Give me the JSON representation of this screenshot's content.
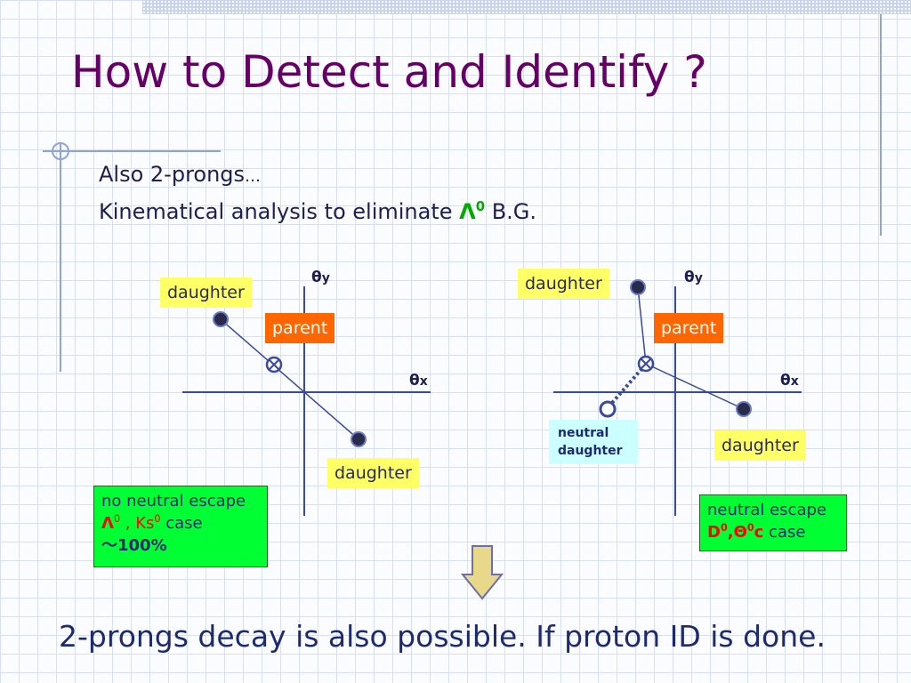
{
  "slide": {
    "title": "How to Detect and Identify ?",
    "bullet_line1": "Also 2-prongs",
    "bullet_line1_ellipsis": "…",
    "bullet_line2_prefix": "Kinematical analysis to eliminate ",
    "bullet_line2_symbol": "Λ",
    "bullet_line2_sup": "0",
    "bullet_line2_suffix": " B.G.",
    "bottom_text": "2-prongs decay is also possible. If proton ID is done."
  },
  "left_diagram": {
    "axis_y_label": "θ",
    "axis_y_sub": "y",
    "axis_x_label": "θ",
    "axis_x_sub": "x",
    "daughter_top_label": "daughter",
    "parent_label": "parent",
    "daughter_bottom_label": "daughter",
    "note_line1": "no neutral escape",
    "note_line2_a": "Λ",
    "note_line2_a_sup": "0",
    "note_line2_sep": " , ",
    "note_line2_b": "Ks",
    "note_line2_b_sup": "0",
    "note_line2_end": " case",
    "note_line3": "～100%"
  },
  "right_diagram": {
    "axis_y_label": "θ",
    "axis_y_sub": "y",
    "axis_x_label": "θ",
    "axis_x_sub": "x",
    "daughter_top_label": "daughter",
    "parent_label": "parent",
    "daughter_bottom_label": "daughter",
    "neutral_line1": "neutral",
    "neutral_line2": "daughter",
    "note_line1": "neutral escape",
    "note_line2_a": "D",
    "note_line2_a_sup": "0",
    "note_line2_sep": ",",
    "note_line2_b": "Θ",
    "note_line2_b_sup": "0",
    "note_line2_c": "c",
    "note_line2_end": " case"
  },
  "colors": {
    "title": "#660066",
    "accent_green_box": "#00ff33",
    "label_yellow": "#ffff66",
    "label_orange": "#ff6600",
    "label_cyan": "#ccffff",
    "arrow_fill": "#e8d88a"
  },
  "icons": [
    "particle-dot-icon",
    "parent-vertex-icon",
    "neutral-vertex-icon",
    "down-arrow-icon"
  ]
}
